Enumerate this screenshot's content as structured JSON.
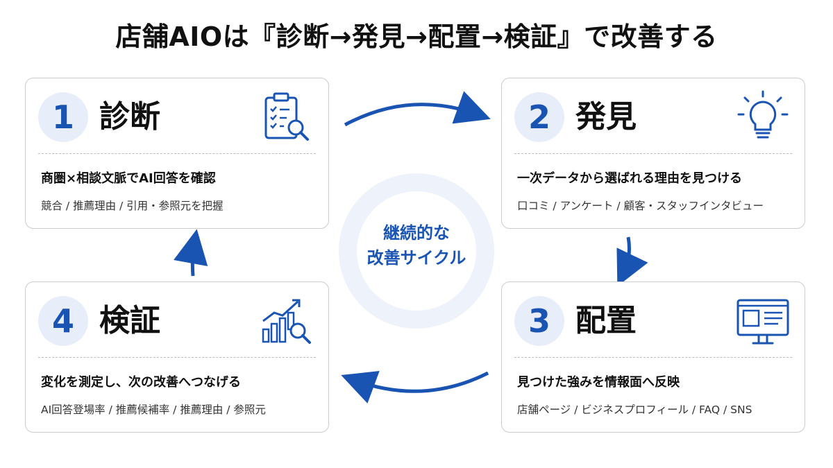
{
  "title": "店舗AIOは『診断→発見→配置→検証』で改善する",
  "center": {
    "line1": "継続的な",
    "line2": "改善サイクル"
  },
  "colors": {
    "accent": "#1a54b3",
    "number_bg": "#e8eef9",
    "ring": "#eef2fb",
    "border": "#c9cbd0"
  },
  "steps": [
    {
      "number": "1",
      "label": "診断",
      "icon": "clipboard-search-icon",
      "main": "商圏×相談文脈でAI回答を確認",
      "sub": "競合 / 推薦理由 / 引用・参照元を把握"
    },
    {
      "number": "2",
      "label": "発見",
      "icon": "lightbulb-icon",
      "main": "一次データから選ばれる理由を見つける",
      "sub": "口コミ / アンケート / 顧客・スタッフインタビュー"
    },
    {
      "number": "3",
      "label": "配置",
      "icon": "monitor-icon",
      "main": "見つけた強みを情報面へ反映",
      "sub": "店舗ページ / ビジネスプロフィール / FAQ / SNS"
    },
    {
      "number": "4",
      "label": "検証",
      "icon": "chart-search-icon",
      "main": "変化を測定し、次の改善へつなげる",
      "sub": "AI回答登場率 / 推薦候補率 / 推薦理由 / 参照元"
    }
  ]
}
